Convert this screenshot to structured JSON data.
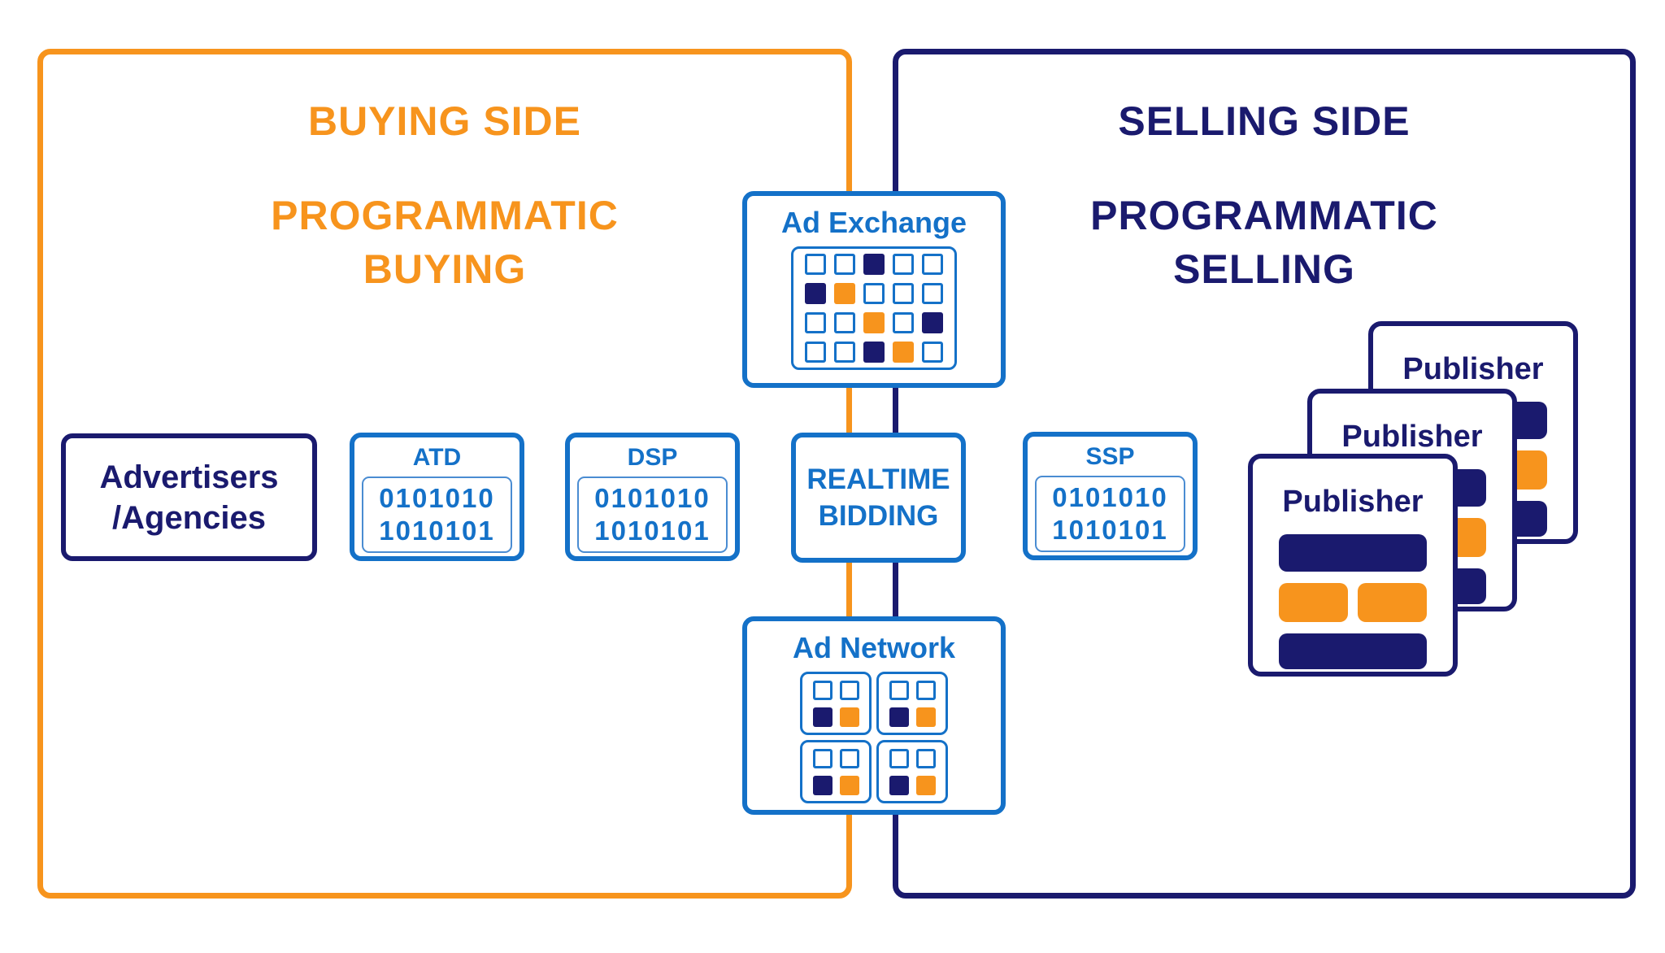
{
  "colors": {
    "orange": "#F7941D",
    "navy": "#1A1A6E",
    "blue": "#1471C8",
    "background": "#FFFFFF"
  },
  "buying_side": {
    "title": "BUYING SIDE",
    "subtitle_line1": "PROGRAMMATIC",
    "subtitle_line2": "BUYING"
  },
  "selling_side": {
    "title": "SELLING SIDE",
    "subtitle_line1": "PROGRAMMATIC",
    "subtitle_line2": "SELLING"
  },
  "advertisers": {
    "line1": "Advertisers",
    "line2": "/Agencies"
  },
  "atd": {
    "label": "ATD",
    "binary_line1": "0101010",
    "binary_line2": "1010101"
  },
  "dsp": {
    "label": "DSP",
    "binary_line1": "0101010",
    "binary_line2": "1010101"
  },
  "ssp": {
    "label": "SSP",
    "binary_line1": "0101010",
    "binary_line2": "1010101"
  },
  "rtb": {
    "line1": "REALTIME",
    "line2": "BIDDING"
  },
  "ad_exchange": {
    "label": "Ad Exchange",
    "grid": [
      [
        "o",
        "o",
        "n",
        "o",
        "o"
      ],
      [
        "n",
        "g",
        "o",
        "o",
        "o"
      ],
      [
        "o",
        "o",
        "g",
        "o",
        "n"
      ],
      [
        "o",
        "o",
        "n",
        "g",
        "o"
      ]
    ]
  },
  "ad_network": {
    "label": "Ad Network",
    "cell_grid": [
      [
        "o",
        "o"
      ],
      [
        "n",
        "g"
      ]
    ]
  },
  "publishers": {
    "cards": [
      {
        "label": "Publisher"
      },
      {
        "label": "Publisher"
      },
      {
        "label": "Publisher"
      }
    ]
  }
}
